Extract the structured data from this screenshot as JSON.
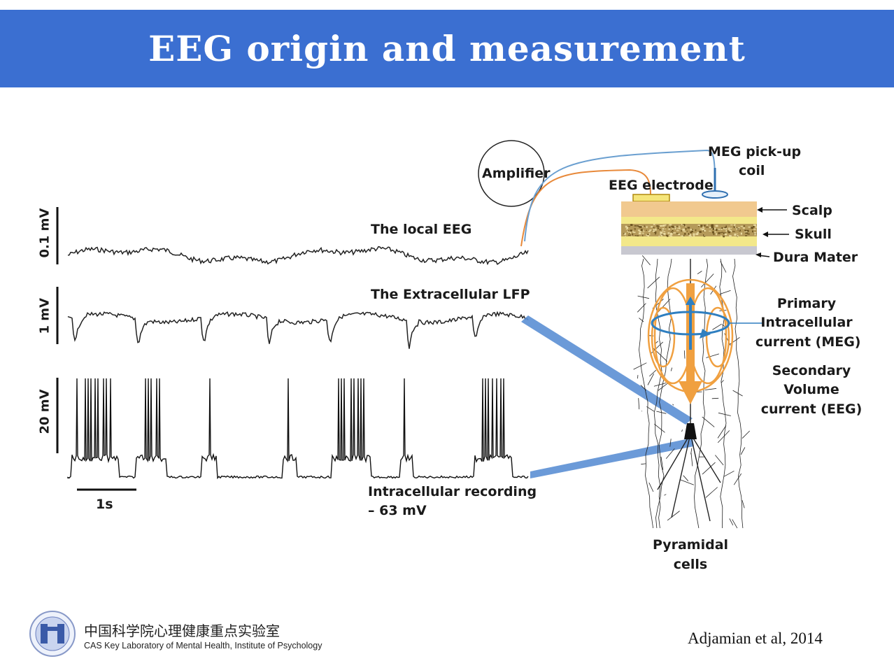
{
  "slide": {
    "title": "EEG origin and measurement",
    "colors": {
      "banner": "#3b6fd1",
      "eeg_wire": "#e8893a",
      "meg_wire": "#6a9fd0",
      "current": "#f0a040",
      "primary_current": "#2f7fc0"
    }
  },
  "traces": {
    "local_eeg": {
      "label": "The local EEG",
      "scale": "0.1 mV"
    },
    "lfp": {
      "label": "The Extracellular LFP",
      "scale": "1 mV"
    },
    "intracellular": {
      "label_line1": "Intracellular recording",
      "label_line2": "– 63 mV",
      "scale": "20 mV"
    },
    "time_scale": "1s"
  },
  "apparatus": {
    "amplifier": "Amplifier",
    "meg_line1": "MEG pick-up",
    "meg_line2": "coil",
    "eeg_electrode": "EEG electrode"
  },
  "layers": {
    "scalp": "Scalp",
    "skull": "Skull",
    "dura": "Dura Mater"
  },
  "currents": {
    "primary_line1": "Primary",
    "primary_line2": "Intracellular",
    "primary_line3": "current (MEG)",
    "secondary_line1": "Secondary",
    "secondary_line2": "Volume",
    "secondary_line3": "current (EEG)"
  },
  "cells": {
    "line1": "Pyramidal",
    "line2": "cells"
  },
  "footer": {
    "lab_cn": "中国科学院心理健康重点实验室",
    "lab_en": "CAS Key Laboratory of Mental Health, Institute of Psychology",
    "citation": "Adjamian et al, 2014"
  }
}
